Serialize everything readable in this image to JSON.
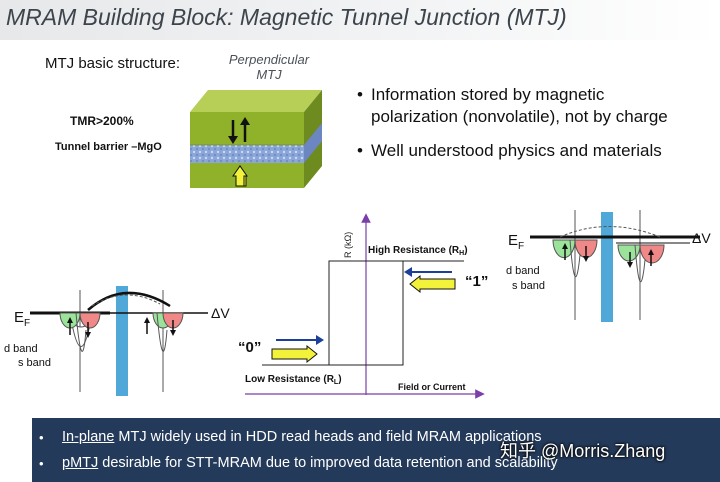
{
  "title": "MRAM Building Block: Magnetic Tunnel Junction (MTJ)",
  "mtj_basic_structure": "MTJ basic structure:",
  "perpendicular_label": [
    "Perpendicular",
    "MTJ"
  ],
  "tmr_label": "TMR>200%",
  "tunnel_barrier_label": "Tunnel barrier –MgO",
  "bullets_top": [
    "Information stored by magnetic",
    "polarization (nonvolatile), not by charge",
    "Well understood physics and materials"
  ],
  "graph": {
    "y_axis_label": "R (kΩ)",
    "x_axis_label": "Field or Current",
    "high_resistance": "High Resistance (R",
    "high_sub": "H",
    "low_resistance": "Low Resistance (R",
    "low_sub": "L",
    "state_one": "“1”",
    "state_zero": "“0”"
  },
  "band_left": {
    "ef": "E",
    "ef_sub": "F",
    "delta_v": "ΔV",
    "d_band": "d band",
    "s_band": "s band"
  },
  "band_right": {
    "ef": "E",
    "ef_sub": "F",
    "delta_v": "ΔV",
    "d_band": "d band",
    "s_band": "s band"
  },
  "bottom_bullets": {
    "line1_link": "In-plane",
    "line1_rest": " MTJ widely used in HDD read heads and field MRAM applications",
    "line2_link": "pMTJ",
    "line2_rest": " desirable for STT-MRAM due to improved data retention and scalability"
  },
  "watermark": "知乎 @Morris.Zhang",
  "colors": {
    "green_layer": "#8fb22a",
    "barrier": "#8aa6d8",
    "band_green": "#9be39b",
    "band_red": "#f08888",
    "barrier_bar": "#4fa8d8",
    "arrow_yellow": "#f2f23a",
    "arrow_blue": "#1c3f9a",
    "bottom_bar": "#243a5a"
  }
}
